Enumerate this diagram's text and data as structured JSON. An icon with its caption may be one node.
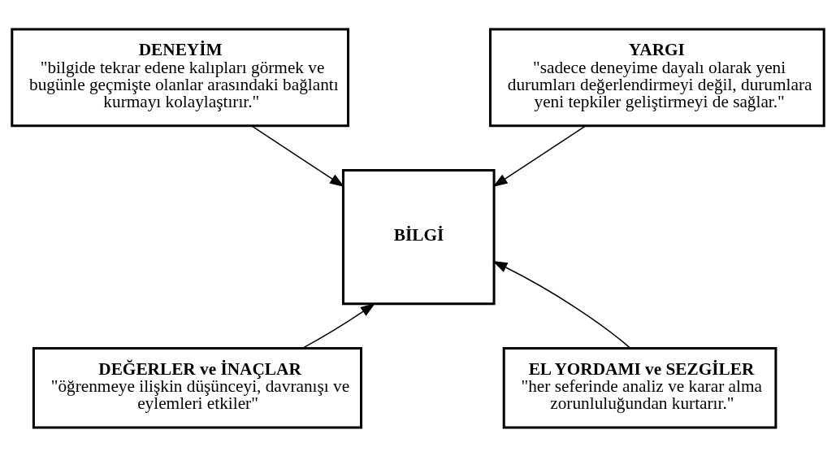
{
  "diagram": {
    "nodes": [
      {
        "text": [
          "DENEYİM",
          "\"bilgide tekrar edene kalıpları görmek ve bugünle geçmişte olanlar arasındaki bağlantı kurmayı kolaylaştırır.\""
        ]
      },
      {
        "text": [
          "YARGI",
          "\"sadece deneyime dayalı olarak yeni durumları değerlendirmeyi değil, durumlara yeni tepkiler geliştirmeyi de sağlar.\""
        ]
      },
      {
        "text": [
          "BİLGİ"
        ]
      },
      {
        "text": [
          "DEĞERLER ve İNAÇLAR",
          "\"öğrenmeye ilişkin düşünceyi, davranışı ve eylemleri etkiler\""
        ]
      },
      {
        "text": [
          "EL YORDAMI ve SEZGİLER",
          "\"her seferinde analiz ve karar alma zorunluluğundan kurtarır.\""
        ]
      }
    ],
    "edges": [
      {
        "from": 0,
        "to": 2,
        "arrow": "to"
      },
      {
        "from": 1,
        "to": 2,
        "arrow": "to"
      },
      {
        "from": 3,
        "to": 2,
        "arrow": "to"
      },
      {
        "from": 4,
        "to": 2,
        "arrow": "to"
      }
    ]
  }
}
